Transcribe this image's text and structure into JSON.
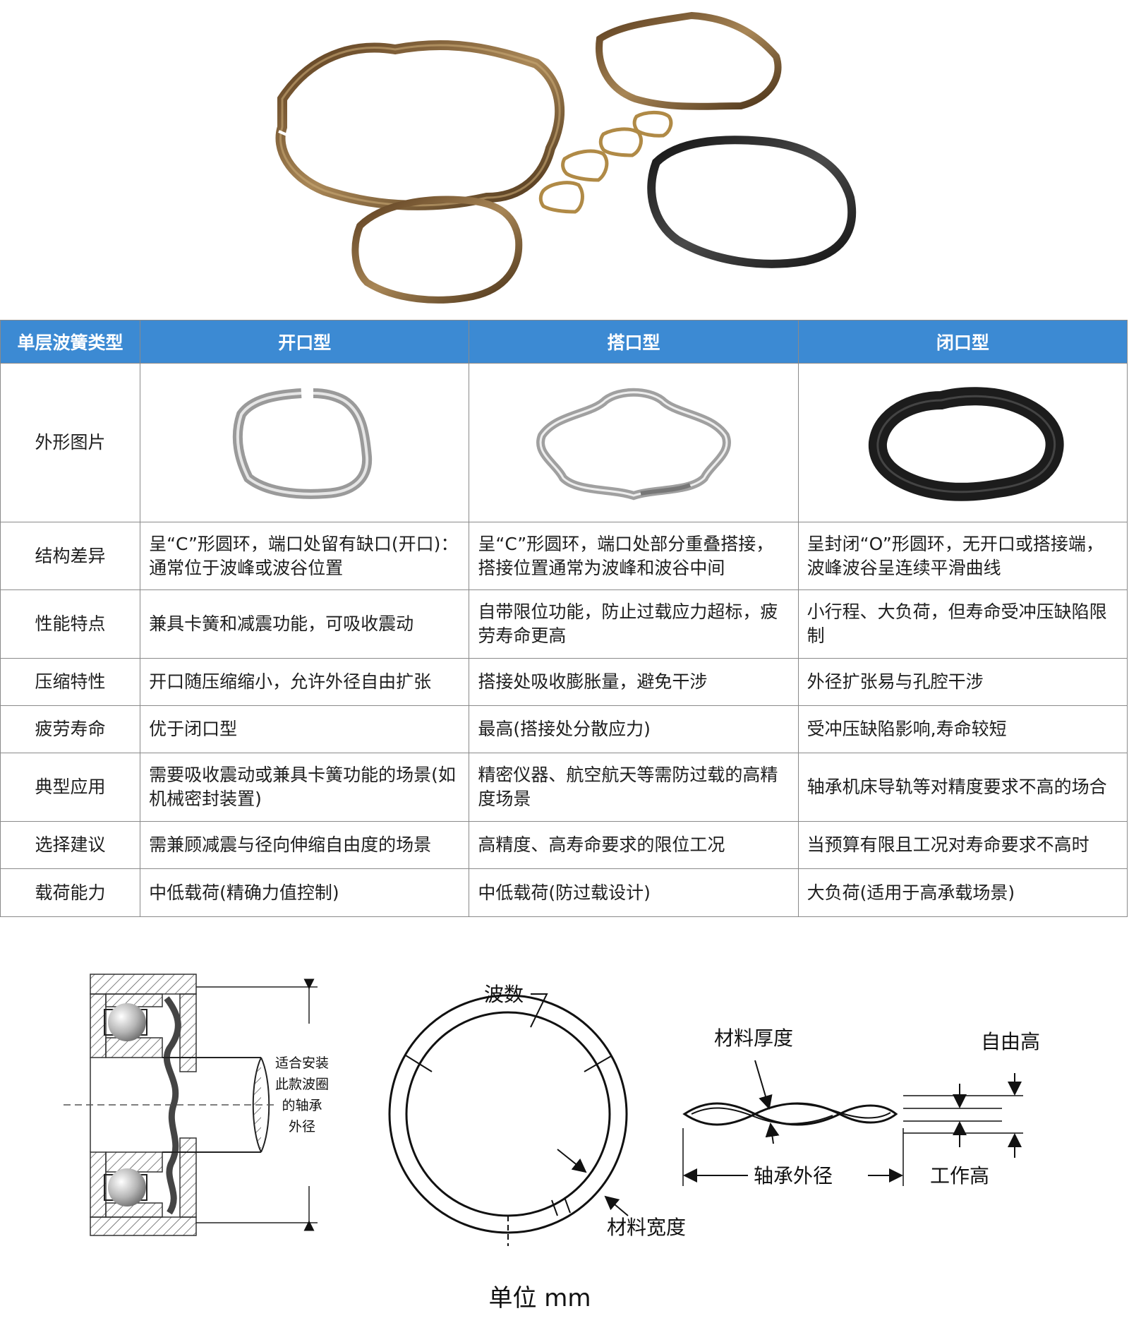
{
  "table": {
    "headers": [
      "单层波簧类型",
      "开口型",
      "搭口型",
      "闭口型"
    ],
    "rows": [
      {
        "label": "外形图片",
        "cells": [
          "",
          "",
          ""
        ]
      },
      {
        "label": "结构差异",
        "cells": [
          "呈“C”形圆环，端口处留有缺口(开口)：通常位于波峰或波谷位置",
          "呈“C”形圆环，端口处部分重叠搭接，搭接位置通常为波峰和波谷中间",
          "呈封闭“O”形圆环，无开口或搭接端，波峰波谷呈连续平滑曲线"
        ]
      },
      {
        "label": "性能特点",
        "cells": [
          "兼具卡簧和减震功能，可吸收震动",
          "自带限位功能，防止过载应力超标，疲劳寿命更高",
          "小行程、大负荷，但寿命受冲压缺陷限制"
        ]
      },
      {
        "label": "压缩特性",
        "cells": [
          "开口随压缩缩小，允许外径自由扩张",
          "搭接处吸收膨胀量，避免干涉",
          "外径扩张易与孔腔干涉"
        ]
      },
      {
        "label": "疲劳寿命",
        "cells": [
          "优于闭口型",
          "最高(搭接处分散应力)",
          "受冲压缺陷影响,寿命较短"
        ]
      },
      {
        "label": "典型应用",
        "cells": [
          "需要吸收震动或兼具卡簧功能的场景(如机械密封装置)",
          "精密仪器、航空航天等需防过载的高精度场景",
          "轴承机床导轨等对精度要求不高的场合"
        ]
      },
      {
        "label": "选择建议",
        "cells": [
          "需兼顾减震与径向伸缩自由度的场景",
          "高精度、高寿命要求的限位工况",
          "当预算有限且工况对寿命要求不高时"
        ]
      },
      {
        "label": "载荷能力",
        "cells": [
          "中低载荷(精确力值控制)",
          "中低载荷(防过载设计)",
          "大负荷(适用于高承载场景)"
        ]
      }
    ]
  },
  "diagram": {
    "bearing_label": [
      "适合安装",
      "此款波圈",
      "的轴承",
      "外径"
    ],
    "wave_count": "波数",
    "material_width": "材料宽度",
    "material_thickness": "材料厚度",
    "free_height": "自由高",
    "bearing_od": "轴承外径",
    "working_height": "工作高",
    "unit": "单位 mm"
  },
  "colors": {
    "header_bg": "#3c8ad3",
    "header_text": "#ffffff",
    "border": "#8a8a8a",
    "bronze": "#8a6a3c",
    "dark_ring": "#2a2a2a"
  }
}
